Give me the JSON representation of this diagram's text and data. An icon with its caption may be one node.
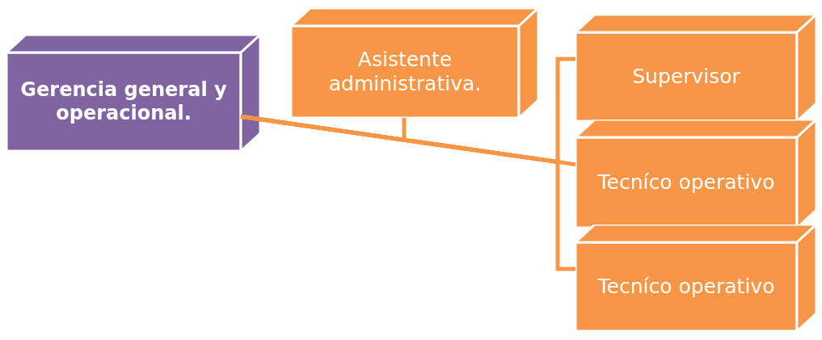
{
  "diagram": {
    "nodes": [
      {
        "text": [
          "Gerencia general y operacional."
        ]
      },
      {
        "text": [
          "Asistente administrativa."
        ]
      },
      {
        "text": [
          "Supervisor"
        ]
      },
      {
        "text": [
          "Tecníco operativo"
        ]
      },
      {
        "text": [
          "Tecníco operativo"
        ]
      }
    ],
    "edges": [
      {
        "from": 0,
        "to": 1,
        "arrow": "none"
      },
      {
        "from": 0,
        "to": 3,
        "arrow": "none"
      },
      {
        "from": 0,
        "to": 2,
        "arrow": "none"
      },
      {
        "from": 0,
        "to": 4,
        "arrow": "none"
      }
    ]
  }
}
